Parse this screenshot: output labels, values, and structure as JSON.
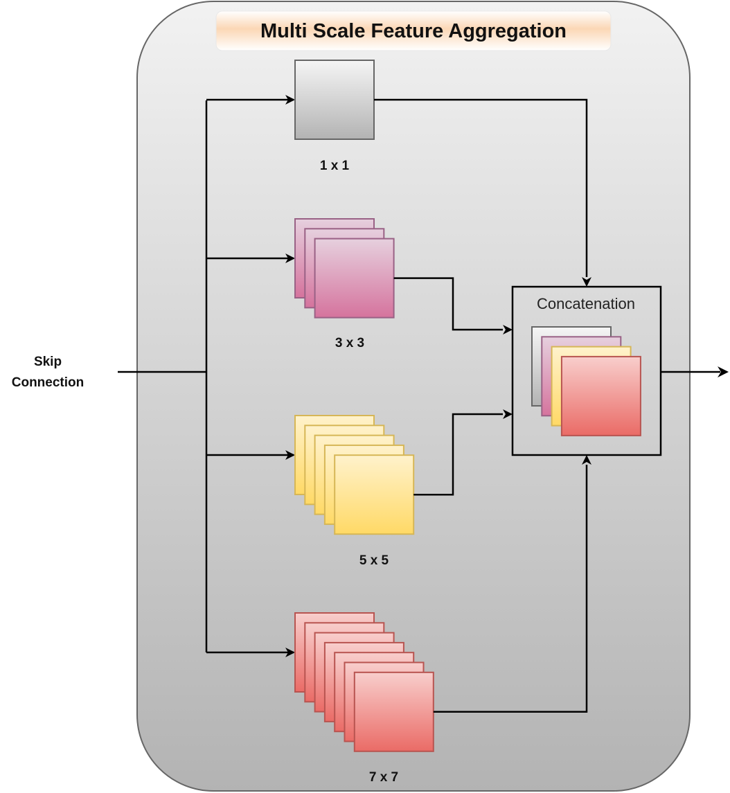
{
  "title": "Multi Scale Feature Aggregation",
  "input_label_line1": "Skip",
  "input_label_line2": "Connection",
  "concat_label": "Concatenation",
  "branches": [
    {
      "label": "1 x 1",
      "kernel": 1,
      "color": "gray"
    },
    {
      "label": "3 x 3",
      "kernel": 3,
      "color": "pink"
    },
    {
      "label": "5 x 5",
      "kernel": 5,
      "color": "yellow"
    },
    {
      "label": "7 x 7",
      "kernel": 7,
      "color": "red"
    }
  ],
  "colors": {
    "container_top": "#f2f2f2",
    "container_bottom": "#b3b3b3",
    "title_fill": "#fbd7b5",
    "gray": {
      "top": "#f5f5f5",
      "bottom": "#b3b3b3",
      "stroke": "#666666"
    },
    "pink": {
      "top": "#e6d0de",
      "bottom": "#d5739d",
      "stroke": "#996185"
    },
    "yellow": {
      "top": "#fff2cc",
      "bottom": "#ffd966",
      "stroke": "#d6b656"
    },
    "red": {
      "top": "#f8cecc",
      "bottom": "#ea6b66",
      "stroke": "#b85450"
    }
  }
}
